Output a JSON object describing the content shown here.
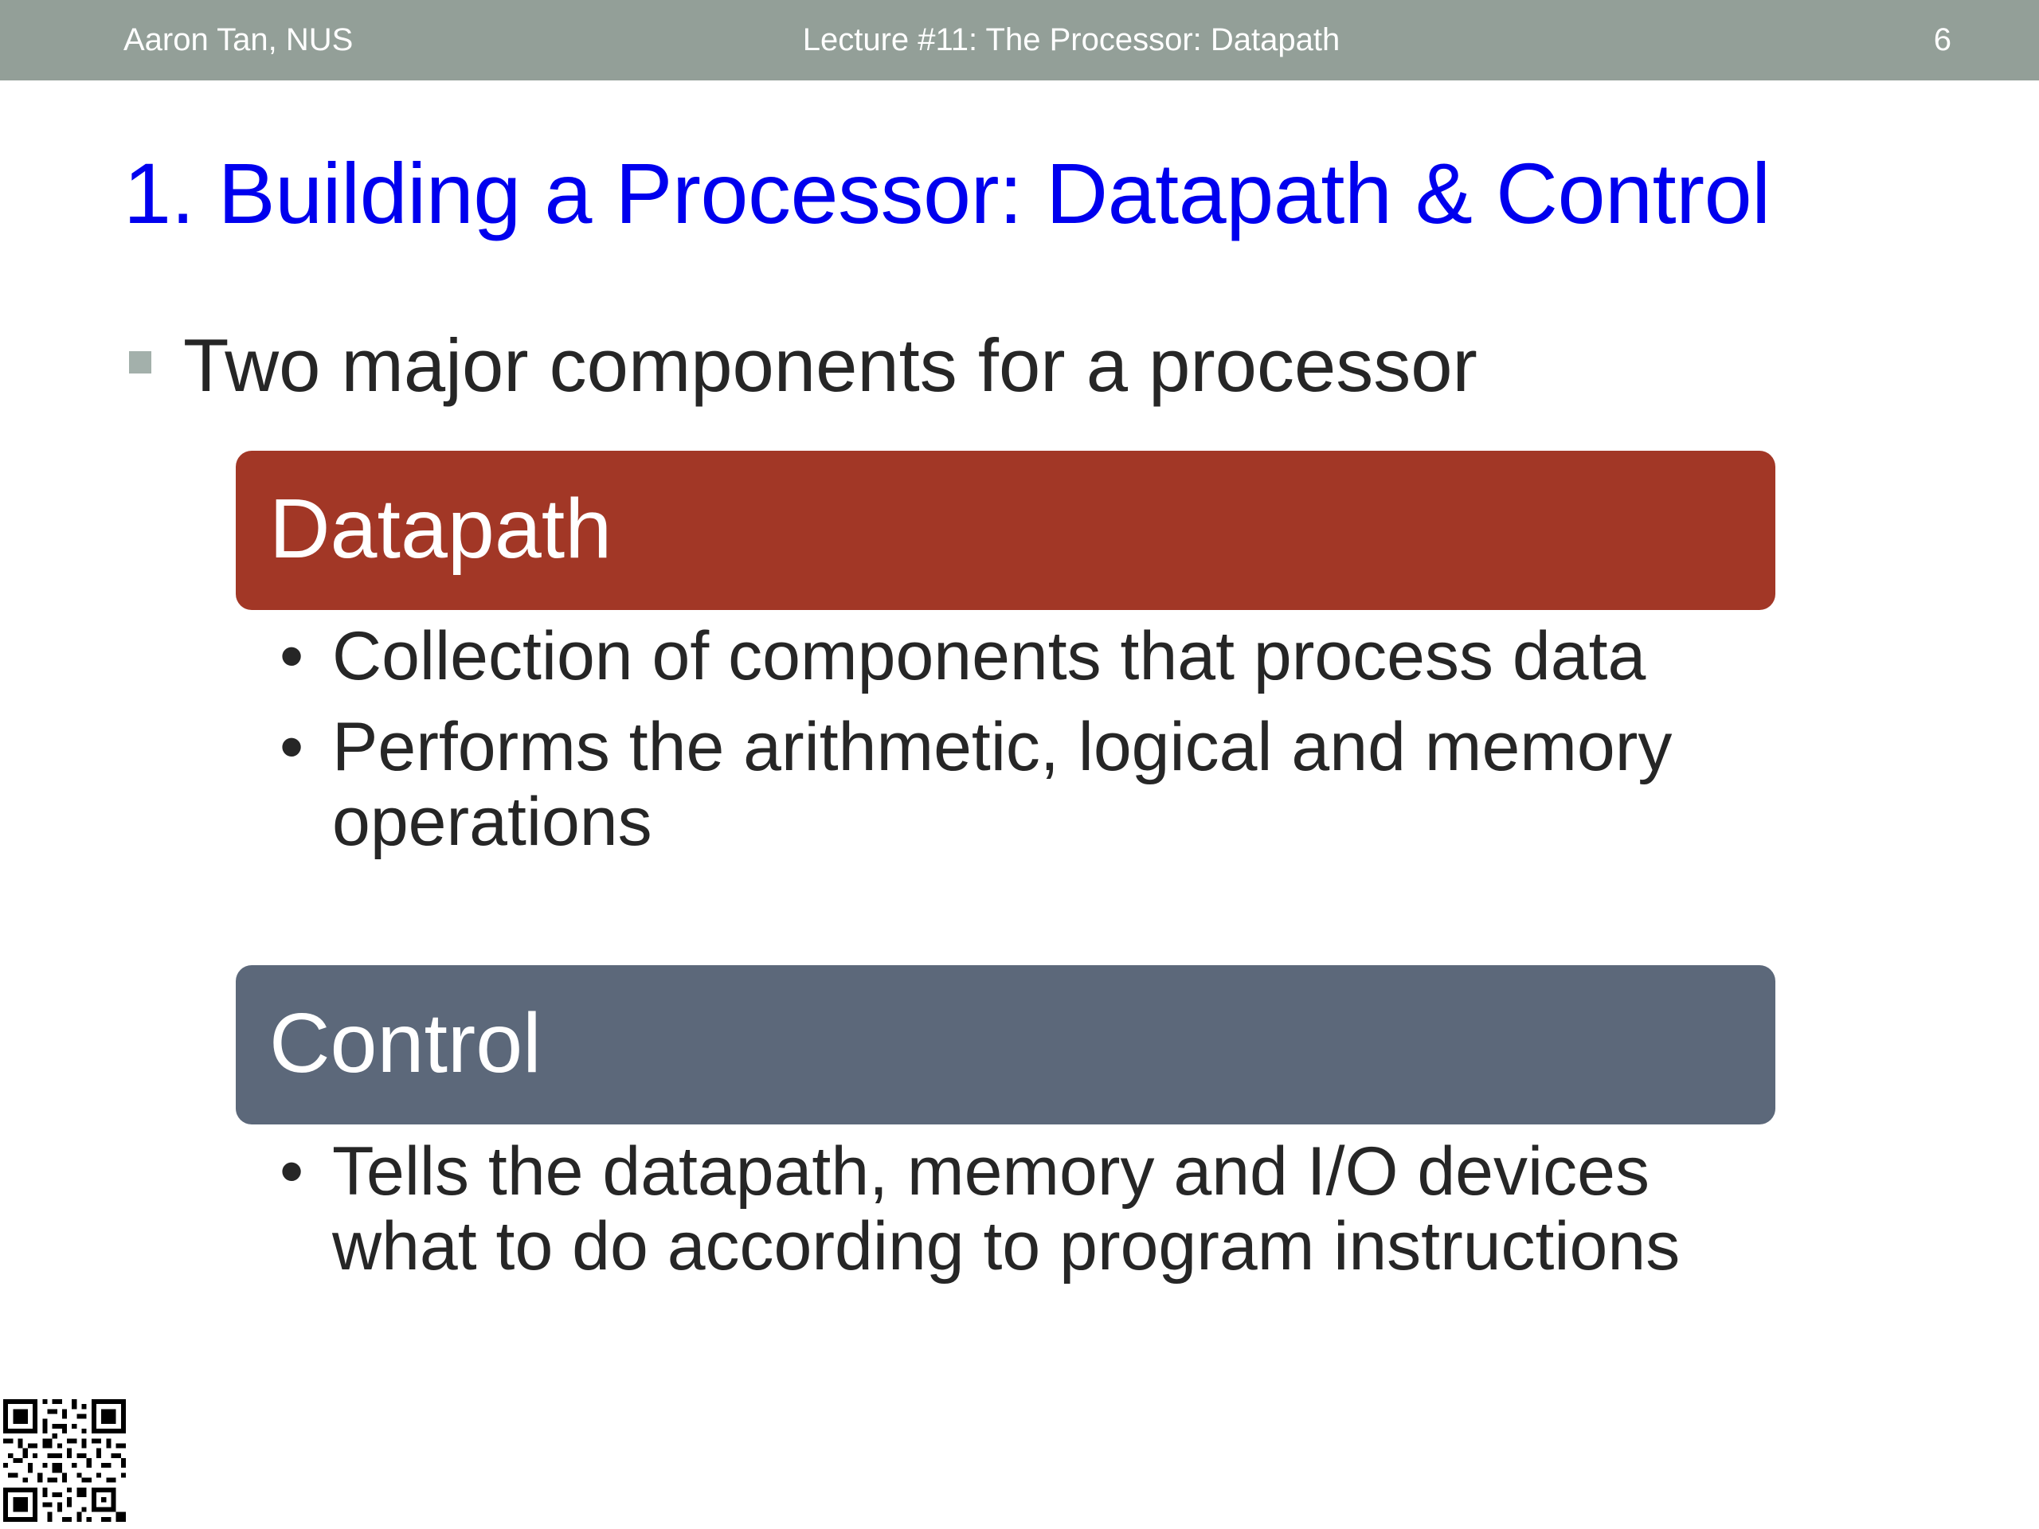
{
  "header": {
    "author": "Aaron Tan, NUS",
    "lecture": "Lecture #11: The Processor: Datapath",
    "page": "6"
  },
  "title": "1. Building a Processor: Datapath & Control",
  "main_bullet": "Two major components for a processor",
  "components": [
    {
      "heading": "Datapath",
      "color": "#a23726",
      "points": [
        "Collection of components that process data",
        "Performs the arithmetic, logical and memory operations"
      ]
    },
    {
      "heading": "Control",
      "color": "#5c687a",
      "points": [
        "Tells the datapath, memory and I/O devices what to do according to program instructions"
      ]
    }
  ],
  "qr_code": "qr-code-icon"
}
